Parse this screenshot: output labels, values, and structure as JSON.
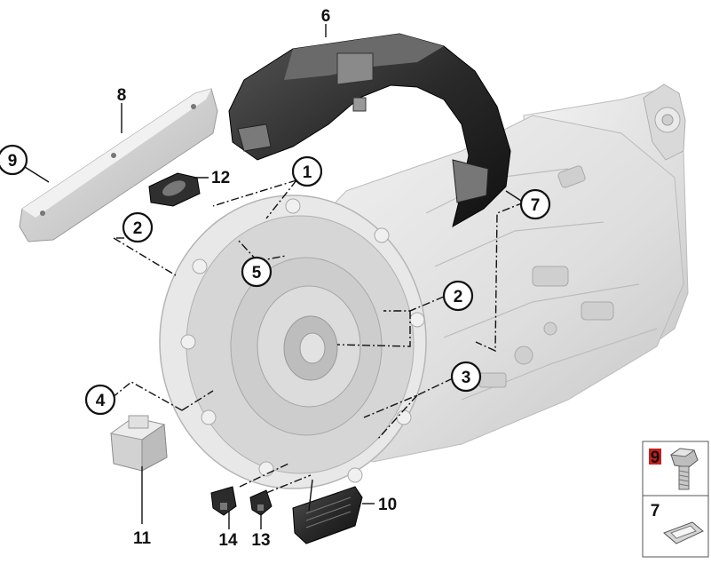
{
  "colors": {
    "part_light": "#e4e4e4",
    "part_mid": "#c9c9c9",
    "part_dark": "#2b2b2b",
    "label": "#111111",
    "legend_highlight": "#c81e1e"
  },
  "callouts": [
    {
      "id": "c1",
      "text": "1",
      "circled": true
    },
    {
      "id": "c2a",
      "text": "2",
      "circled": true
    },
    {
      "id": "c2b",
      "text": "2",
      "circled": true
    },
    {
      "id": "c3",
      "text": "3",
      "circled": true
    },
    {
      "id": "c4",
      "text": "4",
      "circled": true
    },
    {
      "id": "c5",
      "text": "5",
      "circled": true
    },
    {
      "id": "c6",
      "text": "6",
      "circled": false
    },
    {
      "id": "c7",
      "text": "7",
      "circled": true
    },
    {
      "id": "c8",
      "text": "8",
      "circled": false
    },
    {
      "id": "c9",
      "text": "9",
      "circled": true
    },
    {
      "id": "c10",
      "text": "10",
      "circled": false
    },
    {
      "id": "c11",
      "text": "11",
      "circled": false
    },
    {
      "id": "c12",
      "text": "12",
      "circled": false
    },
    {
      "id": "c13",
      "text": "13",
      "circled": false
    },
    {
      "id": "c14",
      "text": "14",
      "circled": false
    }
  ],
  "legend": [
    {
      "number": "9",
      "icon": "screw-bolt-icon",
      "highlighted": true
    },
    {
      "number": "7",
      "icon": "cable-clip-icon",
      "highlighted": false
    }
  ]
}
